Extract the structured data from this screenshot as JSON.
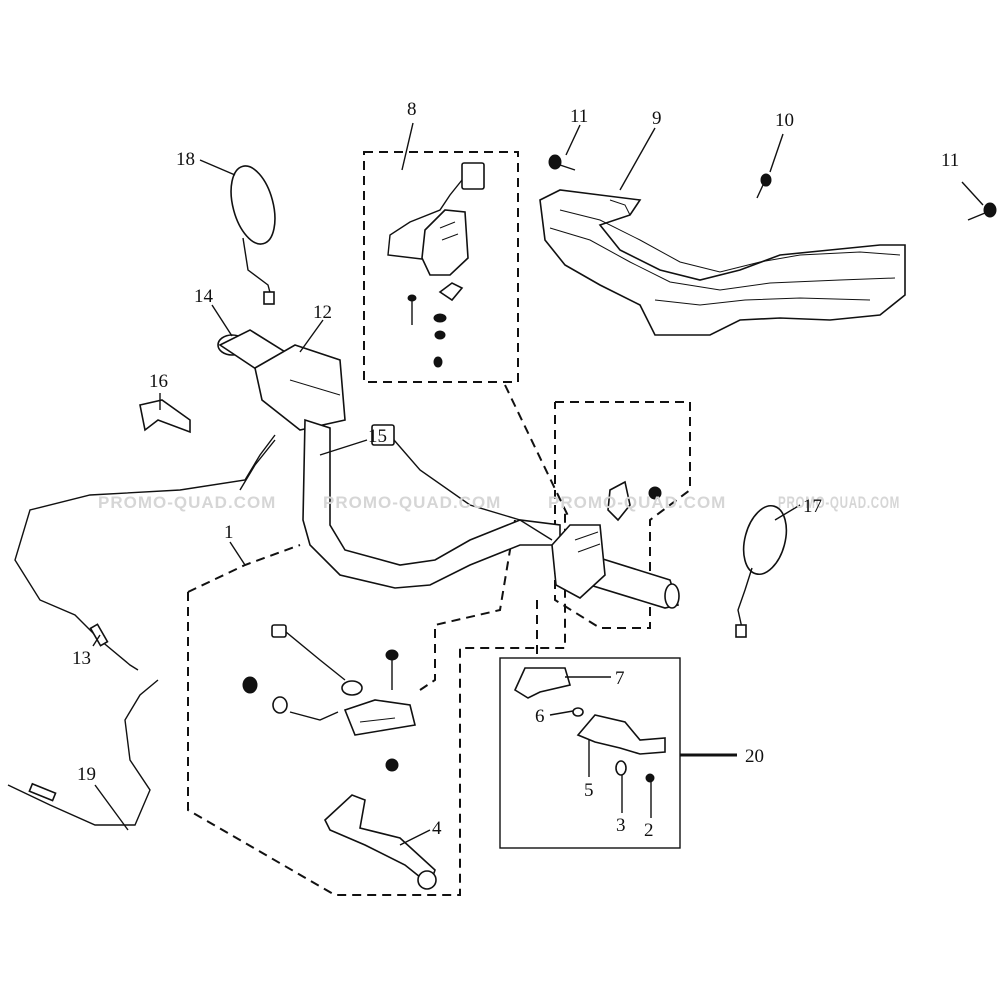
{
  "watermark": "PROMO-QUAD.COM",
  "callouts": [
    {
      "id": "c1",
      "label": "1"
    },
    {
      "id": "c2",
      "label": "2"
    },
    {
      "id": "c3",
      "label": "3"
    },
    {
      "id": "c4",
      "label": "4"
    },
    {
      "id": "c5",
      "label": "5"
    },
    {
      "id": "c6",
      "label": "6"
    },
    {
      "id": "c7",
      "label": "7"
    },
    {
      "id": "c8",
      "label": "8"
    },
    {
      "id": "c9",
      "label": "9"
    },
    {
      "id": "c10",
      "label": "10"
    },
    {
      "id": "c11a",
      "label": "11"
    },
    {
      "id": "c11b",
      "label": "11"
    },
    {
      "id": "c12",
      "label": "12"
    },
    {
      "id": "c13",
      "label": "13"
    },
    {
      "id": "c14",
      "label": "14"
    },
    {
      "id": "c15",
      "label": "15"
    },
    {
      "id": "c16",
      "label": "16"
    },
    {
      "id": "c17",
      "label": "17"
    },
    {
      "id": "c18",
      "label": "18"
    },
    {
      "id": "c19",
      "label": "19"
    },
    {
      "id": "c20",
      "label": "20"
    }
  ]
}
